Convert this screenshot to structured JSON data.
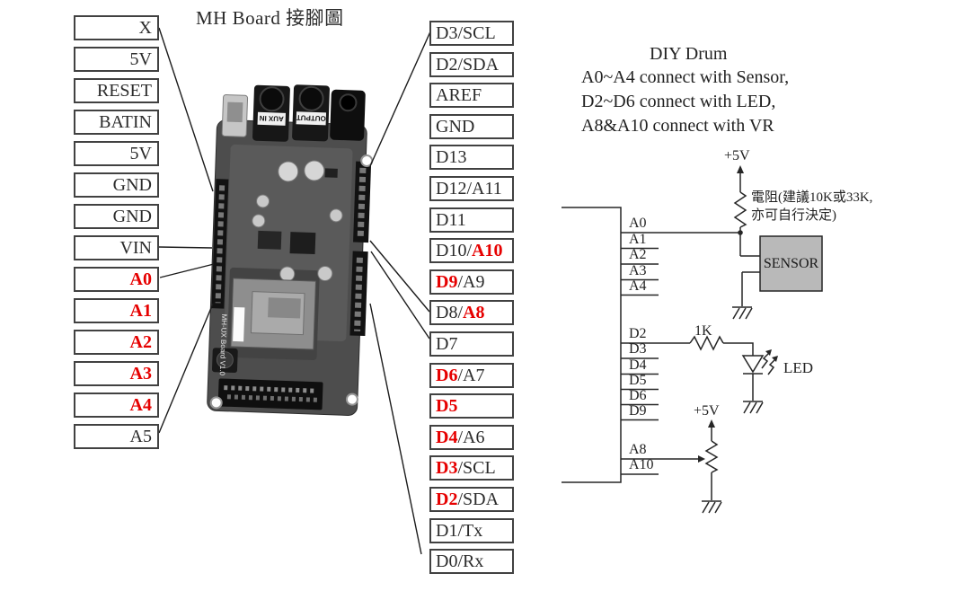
{
  "title": "MH Board 接腳圖",
  "left_pins": [
    {
      "label": "X",
      "red": false
    },
    {
      "label": "5V",
      "red": false
    },
    {
      "label": "RESET",
      "red": false
    },
    {
      "label": "BATIN",
      "red": false
    },
    {
      "label": "5V",
      "red": false
    },
    {
      "label": "GND",
      "red": false
    },
    {
      "label": "GND",
      "red": false
    },
    {
      "label": "VIN",
      "red": false
    },
    {
      "label": "A0",
      "red": true
    },
    {
      "label": "A1",
      "red": true
    },
    {
      "label": "A2",
      "red": true
    },
    {
      "label": "A3",
      "red": true
    },
    {
      "label": "A4",
      "red": true
    },
    {
      "label": "A5",
      "red": false
    }
  ],
  "right_pins": [
    {
      "segments": [
        {
          "text": "D3/SCL",
          "red": false
        }
      ]
    },
    {
      "segments": [
        {
          "text": "D2/SDA",
          "red": false
        }
      ]
    },
    {
      "segments": [
        {
          "text": "AREF",
          "red": false
        }
      ]
    },
    {
      "segments": [
        {
          "text": "GND",
          "red": false
        }
      ]
    },
    {
      "segments": [
        {
          "text": "D13",
          "red": false
        }
      ]
    },
    {
      "segments": [
        {
          "text": "D12/A11",
          "red": false
        }
      ]
    },
    {
      "segments": [
        {
          "text": "D11",
          "red": false
        }
      ]
    },
    {
      "segments": [
        {
          "text": "D10/",
          "red": false
        },
        {
          "text": "A10",
          "red": true
        }
      ]
    },
    {
      "segments": [
        {
          "text": "D9",
          "red": true
        },
        {
          "text": "/A9",
          "red": false
        }
      ]
    },
    {
      "segments": [
        {
          "text": "D8/",
          "red": false
        },
        {
          "text": "A8",
          "red": true
        }
      ]
    },
    {
      "segments": [
        {
          "text": "D7",
          "red": false
        }
      ]
    },
    {
      "segments": [
        {
          "text": "D6",
          "red": true
        },
        {
          "text": "/A7",
          "red": false
        }
      ]
    },
    {
      "segments": [
        {
          "text": "D5",
          "red": true
        }
      ]
    },
    {
      "segments": [
        {
          "text": "D4",
          "red": true
        },
        {
          "text": "/A6",
          "red": false
        }
      ]
    },
    {
      "segments": [
        {
          "text": "D3",
          "red": true
        },
        {
          "text": "/SCL",
          "red": false
        }
      ]
    },
    {
      "segments": [
        {
          "text": "D2",
          "red": true
        },
        {
          "text": "/SDA",
          "red": false
        }
      ]
    },
    {
      "segments": [
        {
          "text": "D1/Tx",
          "red": false
        }
      ]
    },
    {
      "segments": [
        {
          "text": "D0/Rx",
          "red": false
        }
      ]
    }
  ],
  "note": {
    "title": "DIY Drum",
    "lines": [
      "A0~A4 connect with Sensor,",
      "D2~D6 connect with LED,",
      "A8&A10 connect with VR"
    ]
  },
  "schematic": {
    "analog_pins": [
      "A0",
      "A1",
      "A2",
      "A3",
      "A4"
    ],
    "digital_pins": [
      "D2",
      "D3",
      "D4",
      "D5",
      "D6",
      "D9"
    ],
    "vr_pins": [
      "A8",
      "A10"
    ],
    "labels": {
      "v5_sensor": "+5V",
      "v5_vr": "+5V",
      "resistor_note_line1": "電阻(建議10K或33K,",
      "resistor_note_line2": "亦可自行決定)",
      "resistor_value": "1K",
      "led": "LED",
      "sensor": "SENSOR"
    }
  },
  "board": {
    "jack_labels": [
      "AUX IN",
      "OUTPUT"
    ],
    "silkscreen": "MH-UX Board V1.0"
  },
  "colors": {
    "highlight_red": "#e60000",
    "line": "#262626",
    "sensor_fill": "#b9b9b9"
  }
}
